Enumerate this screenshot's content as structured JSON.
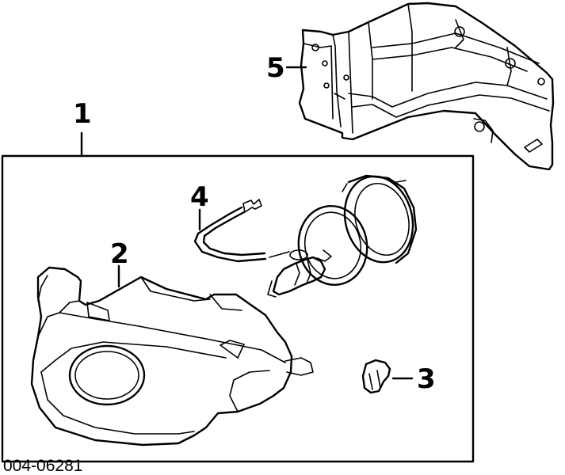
{
  "callouts": {
    "c1": "1",
    "c2": "2",
    "c3": "3",
    "c4": "4",
    "c5": "5"
  },
  "part_number": "004-06281"
}
